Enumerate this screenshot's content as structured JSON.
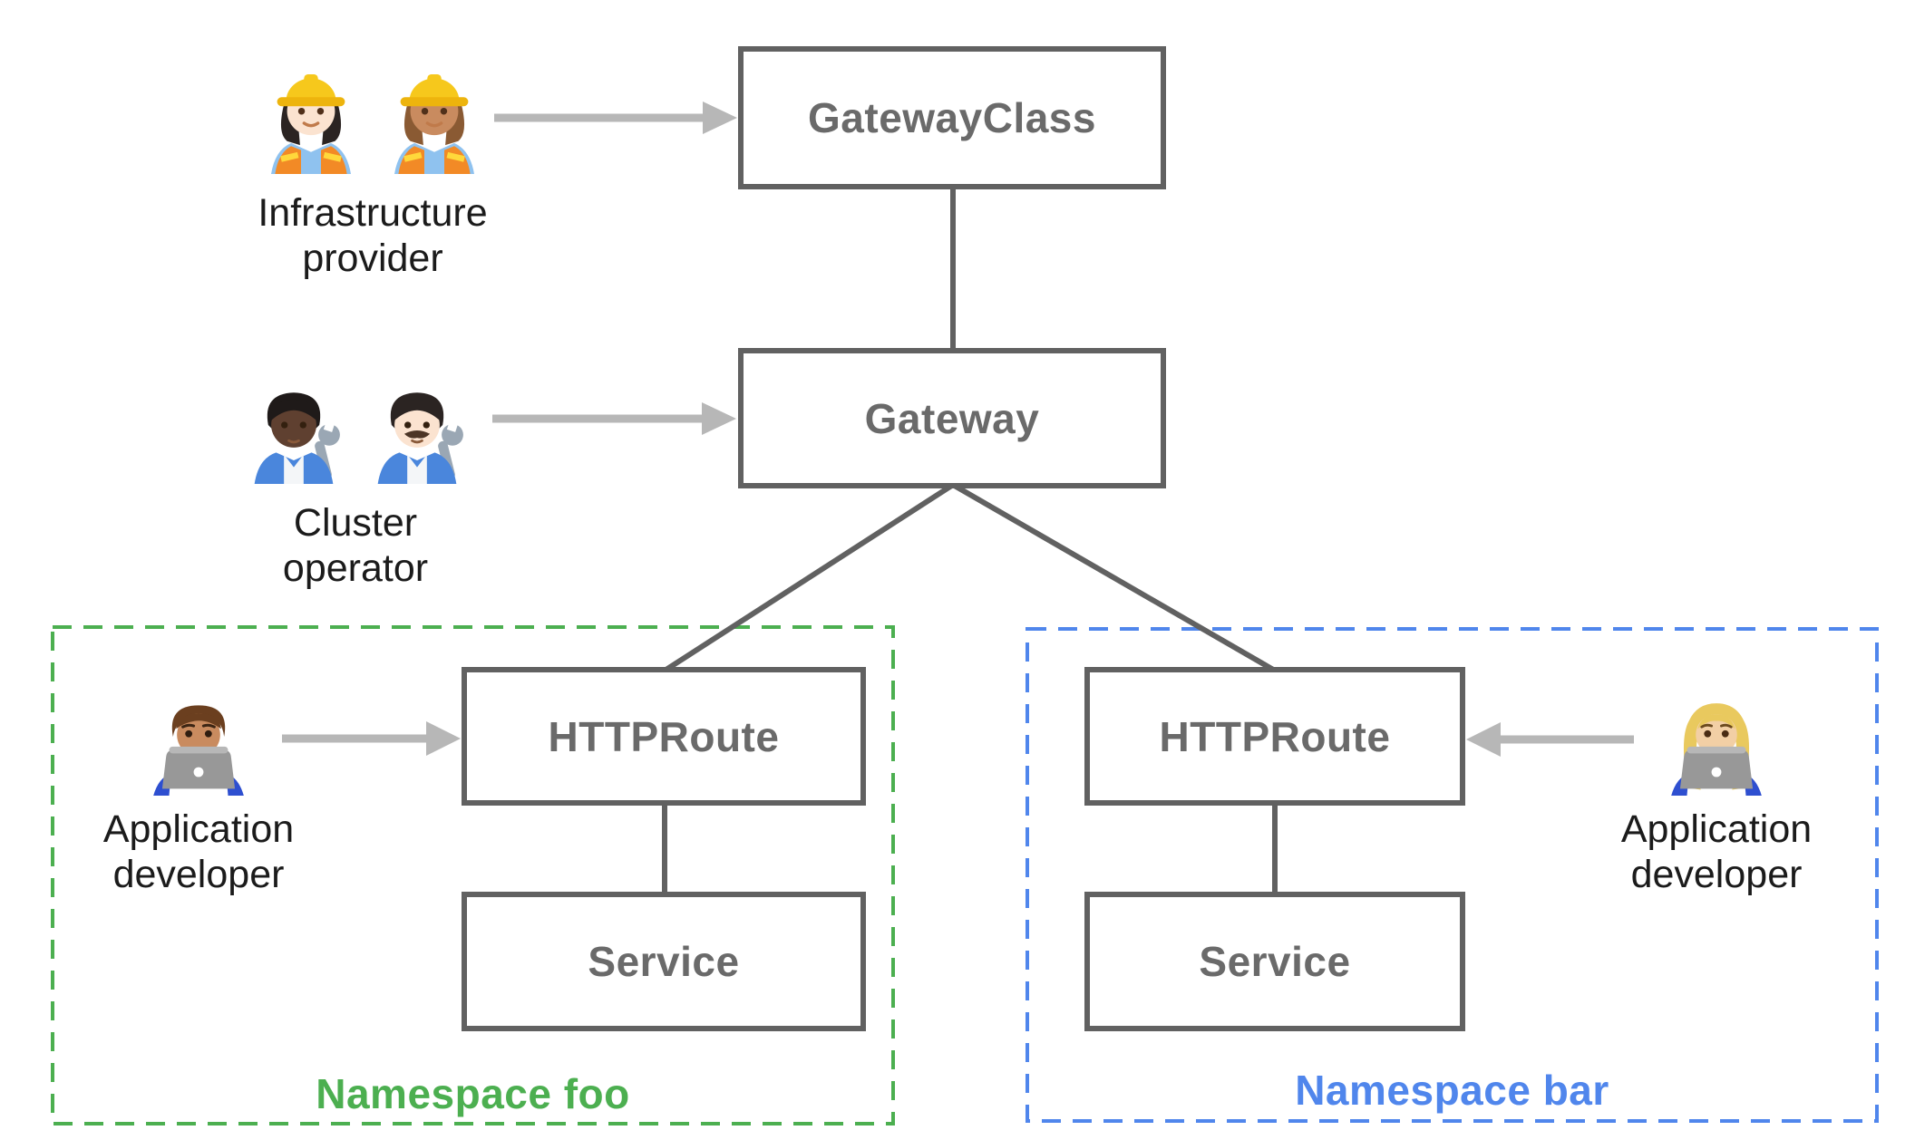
{
  "colors": {
    "line_gray": "#616161",
    "node_text": "#6a6a6a",
    "arrow_gray": "#b7b7b7",
    "label_black": "#1b1b1b",
    "green": "#4caf50",
    "blue": "#5086ec"
  },
  "nodes": {
    "gateway_class": {
      "label": "GatewayClass"
    },
    "gateway": {
      "label": "Gateway"
    },
    "httproute_foo": {
      "label": "HTTPRoute"
    },
    "service_foo": {
      "label": "Service"
    },
    "httproute_bar": {
      "label": "HTTPRoute"
    },
    "service_bar": {
      "label": "Service"
    }
  },
  "actors": {
    "infrastructure_provider": {
      "label": "Infrastructure provider",
      "emoji": "👷🏻‍♀️👷🏽‍♀️"
    },
    "cluster_operator": {
      "label": "Cluster operator",
      "emoji": "🧑🏿‍🔧👨🏻‍🔧"
    },
    "app_developer_foo": {
      "label": "Application developer",
      "emoji": "👨🏽‍💻"
    },
    "app_developer_bar": {
      "label": "Application developer",
      "emoji": "👩🏼‍💻"
    }
  },
  "namespaces": {
    "foo": {
      "label": "Namespace foo"
    },
    "bar": {
      "label": "Namespace bar"
    }
  }
}
